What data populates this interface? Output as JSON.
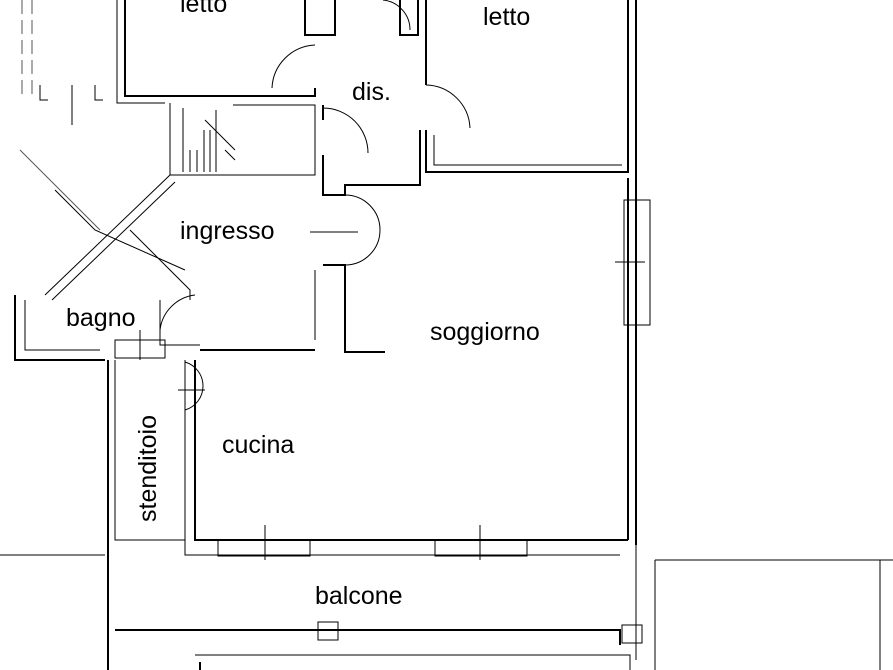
{
  "rooms": {
    "letto_left": "letto",
    "letto_right": "letto",
    "dis": "dis.",
    "ingresso": "ingresso",
    "bagno": "bagno",
    "soggiorno": "soggiorno",
    "cucina": "cucina",
    "stenditoio": "stenditoio",
    "balcone": "balcone"
  }
}
